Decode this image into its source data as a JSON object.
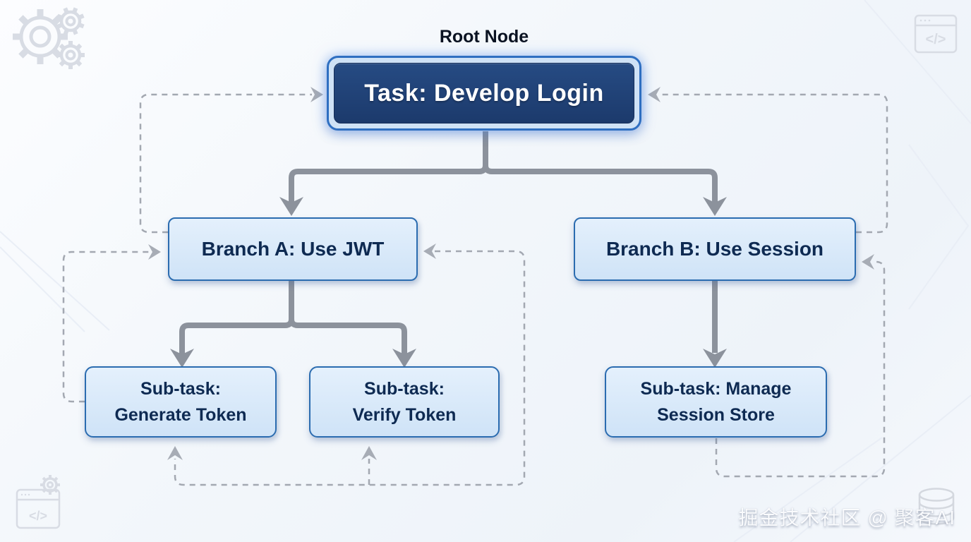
{
  "colors": {
    "root_fill": "#1d3a6c",
    "root_ring": "#cfe2f6",
    "root_ring_border": "#2f6fc1",
    "node_fill": "#d7e8f9",
    "node_border": "#2b6cb0",
    "node_text": "#0e2a52",
    "root_text": "#ffffff",
    "connector_solid": "#8c929c",
    "connector_dashed": "#a3a8b1",
    "decoration_gray": "#d8dce4",
    "background": "#f3f7fb"
  },
  "diagram": {
    "root_caption": "Root Node",
    "nodes": {
      "root": {
        "label": "Task: Develop Login"
      },
      "branch_a": {
        "label": "Branch A: Use JWT"
      },
      "branch_b": {
        "label": "Branch B: Use Session"
      },
      "subtask_generate": {
        "line1": "Sub-task:",
        "line2": "Generate Token"
      },
      "subtask_verify": {
        "line1": "Sub-task:",
        "line2": "Verify Token"
      },
      "subtask_session": {
        "line1": "Sub-task: Manage",
        "line2": "Session Store"
      }
    },
    "edges_solid": [
      "root -> branch_a",
      "root -> branch_b",
      "branch_a -> subtask_generate",
      "branch_a -> subtask_verify",
      "branch_b -> subtask_session"
    ],
    "edges_dashed_feedback": [
      "branch_a -> root",
      "branch_b -> root",
      "subtask_generate -> branch_a",
      "subtask_generate/subtask_verify loop -> branch_a",
      "subtask_session -> branch_b"
    ]
  },
  "decorations": {
    "code_glyph": "</>",
    "watermark": "掘金技术社区 @ 聚客AI"
  }
}
